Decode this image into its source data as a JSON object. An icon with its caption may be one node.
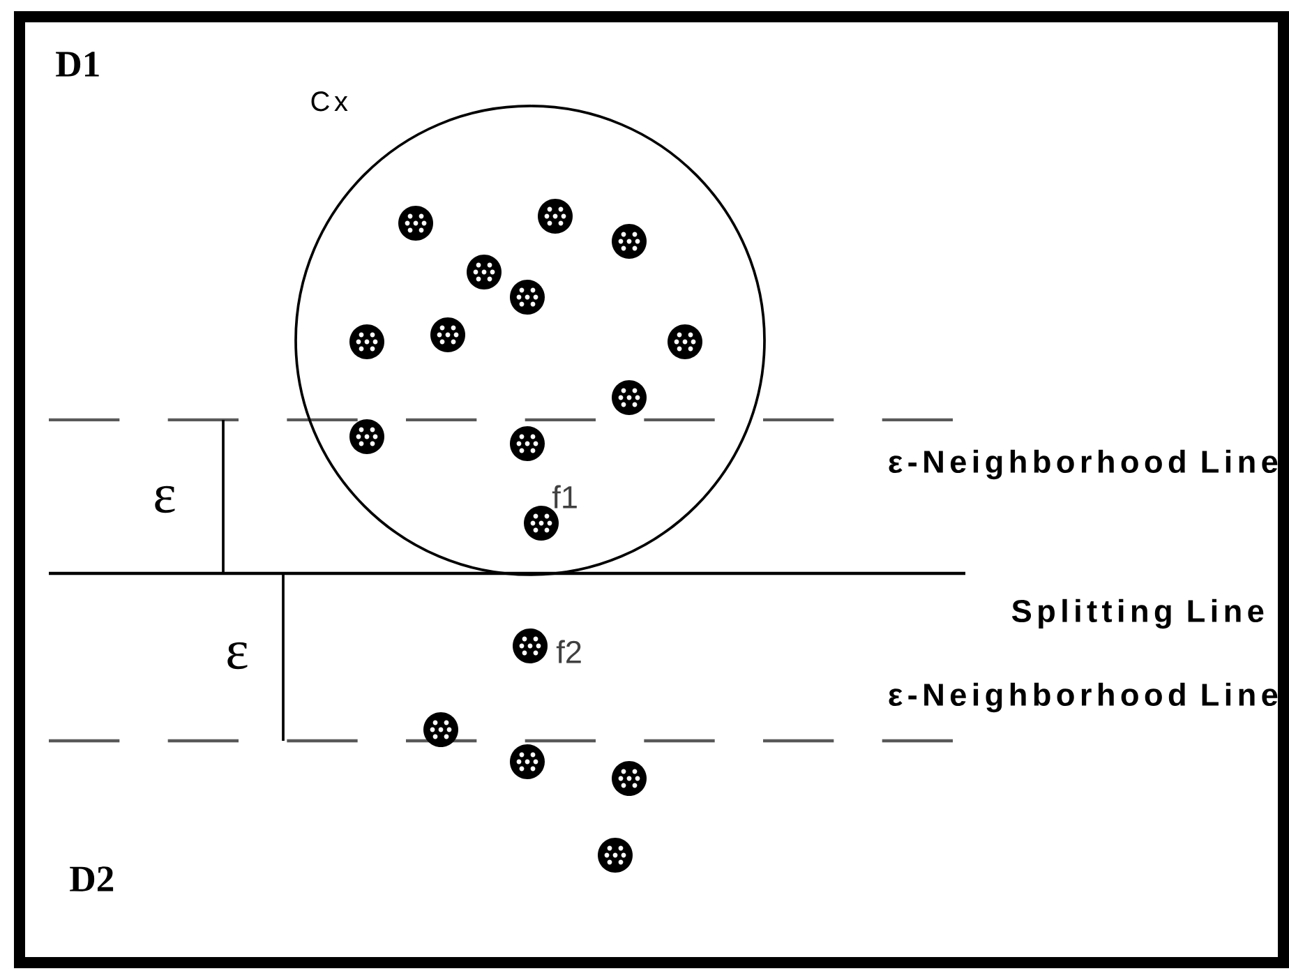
{
  "diagram": {
    "nodes": [
      {
        "text": [
          "Cx"
        ]
      }
    ],
    "labels": [
      "D1",
      "ε",
      "ε-Neighborhood Line",
      "f1",
      "Splitting Line",
      "ε",
      "f2",
      "ε-Neighborhood Line",
      "D2"
    ]
  }
}
